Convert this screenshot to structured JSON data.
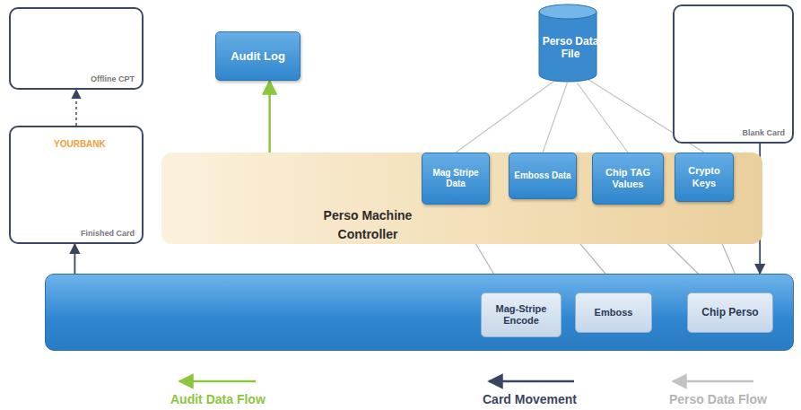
{
  "diagram": {
    "nodes": [
      {
        "text": [
          "Offline CPT"
        ]
      },
      {
        "text": [
          "Audit Log"
        ]
      },
      {
        "text": [
          "Perso Data File"
        ]
      },
      {
        "text": [
          "Blank Card"
        ]
      },
      {
        "text": [
          "Finished Card"
        ]
      },
      {
        "text": [
          "Perso Machine Controller"
        ]
      },
      {
        "text": [
          "Mag Stripe Data"
        ],
        "in": 5
      },
      {
        "text": [
          "Emboss Data"
        ],
        "in": 5
      },
      {
        "text": [
          "Chip TAG Values"
        ],
        "in": 5
      },
      {
        "text": [
          "Crypto Keys"
        ],
        "in": 5
      },
      {
        "text": []
      },
      {
        "text": [
          "Mag-Stripe Encode"
        ],
        "in": 10
      },
      {
        "text": [
          "Emboss"
        ],
        "in": 10
      },
      {
        "text": [
          "Chip Perso"
        ],
        "in": 10
      }
    ],
    "edges": [
      {
        "from": 4,
        "to": 0,
        "arrow": "to"
      },
      {
        "from": 5,
        "to": 1,
        "arrow": "to"
      },
      {
        "from": 2,
        "to": 6,
        "arrow": "none"
      },
      {
        "from": 2,
        "to": 7,
        "arrow": "none"
      },
      {
        "from": 2,
        "to": 8,
        "arrow": "none"
      },
      {
        "from": 2,
        "to": 9,
        "arrow": "none"
      },
      {
        "from": 3,
        "to": 10,
        "arrow": "to"
      },
      {
        "from": 10,
        "to": 4,
        "arrow": "to"
      },
      {
        "from": 6,
        "to": 11,
        "arrow": "to"
      },
      {
        "from": 7,
        "to": 12,
        "arrow": "to"
      },
      {
        "from": 8,
        "to": 13,
        "arrow": "to"
      },
      {
        "from": 9,
        "to": 13,
        "arrow": "to"
      },
      {
        "from": 13,
        "to": 12,
        "arrow": "to"
      },
      {
        "from": 12,
        "to": 11,
        "arrow": "to"
      }
    ],
    "labels": [
      "YOURBANK"
    ],
    "legend": [
      {
        "text": "Audit Data Flow"
      },
      {
        "text": "Card Movement"
      },
      {
        "text": "Perso Data Flow"
      }
    ]
  }
}
